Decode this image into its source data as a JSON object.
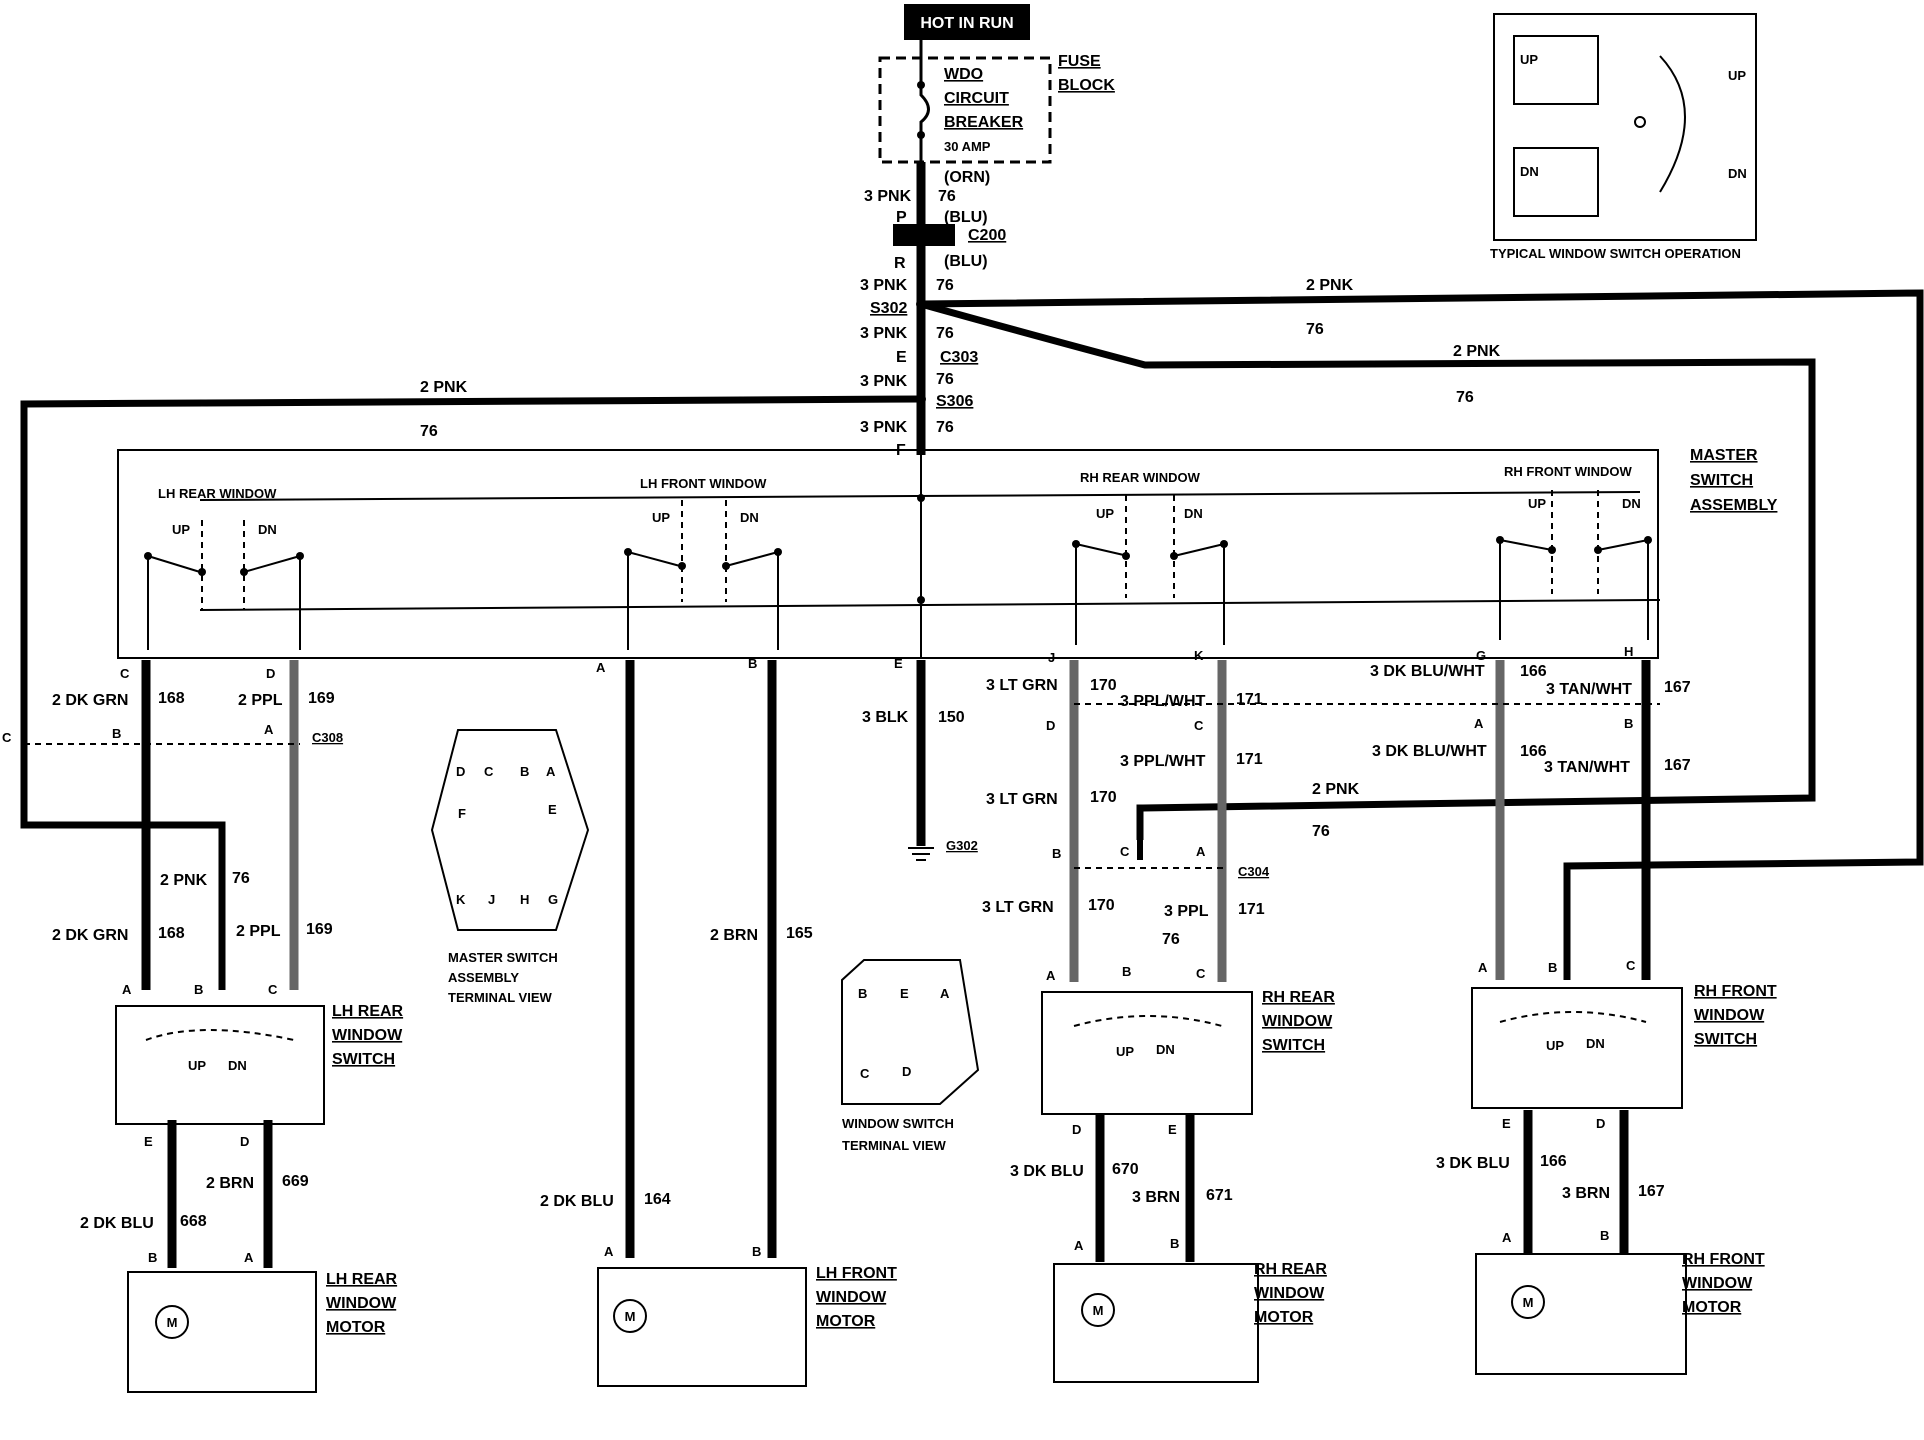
{
  "header": {
    "hot_in_run": "HOT IN RUN"
  },
  "fuse_block": {
    "wdo": "WDO",
    "circuit": "CIRCUIT",
    "breaker": "BREAKER",
    "amp": "30 AMP",
    "fuse": "FUSE",
    "block": "BLOCK"
  },
  "trunk": {
    "orn": "(ORN)",
    "pnk3": "3 PNK",
    "c76": "76",
    "p": "P",
    "blu": "(BLU)",
    "c200": "C200",
    "r": "R",
    "s302": "S302",
    "e": "E",
    "c303": "C303",
    "s306": "S306",
    "f": "F"
  },
  "bus_labels": {
    "pnk2": "2 PNK",
    "c76": "76"
  },
  "master": {
    "title1": "MASTER",
    "title2": "SWITCH",
    "title3": "ASSEMBLY",
    "lh_rear": "LH REAR WINDOW",
    "lh_front": "LH FRONT WINDOW",
    "rh_rear": "RH REAR WINDOW",
    "rh_front": "RH FRONT WINDOW",
    "up": "UP",
    "dn": "DN"
  },
  "terminals": {
    "c": "C",
    "d": "D",
    "a": "A",
    "b": "B",
    "e": "E",
    "j": "J",
    "k": "K",
    "g": "G",
    "h": "H",
    "f": "F"
  },
  "wires": {
    "dkgrn2": "2 DK GRN",
    "n168": "168",
    "ppl2": "2 PPL",
    "n169": "169",
    "c308": "C308",
    "blk3": "3 BLK",
    "n150": "150",
    "g302": "G302",
    "ltgrn3": "3 LT GRN",
    "n170": "170",
    "pplwht3": "3 PPL/WHT",
    "n171": "171",
    "dkbluwht3": "3 DK BLU/WHT",
    "n166": "166",
    "tanwht3": "3 TAN/WHT",
    "n167": "167",
    "c304": "C304",
    "ppl3": "3 PPL",
    "brn2": "2 BRN",
    "n165": "165",
    "dkblu2": "2 DK BLU",
    "n164": "164",
    "n669": "669",
    "n668": "668",
    "dkblu3": "3 DK BLU",
    "n670": "670",
    "brn3": "3 BRN",
    "n671": "671"
  },
  "switches": {
    "lh_rear": [
      "LH REAR",
      "WINDOW",
      "SWITCH"
    ],
    "rh_rear": [
      "RH REAR",
      "WINDOW",
      "SWITCH"
    ],
    "rh_front": [
      "RH FRONT",
      "WINDOW",
      "SWITCH"
    ],
    "up": "UP",
    "dn": "DN"
  },
  "motors": {
    "lh_rear": [
      "LH REAR",
      "WINDOW",
      "MOTOR"
    ],
    "lh_front": [
      "LH FRONT",
      "WINDOW",
      "MOTOR"
    ],
    "rh_rear": [
      "RH REAR",
      "WINDOW",
      "MOTOR"
    ],
    "rh_front": [
      "RH FRONT",
      "WINDOW",
      "MOTOR"
    ],
    "m": "M"
  },
  "views": {
    "master_view": [
      "MASTER SWITCH",
      "ASSEMBLY",
      "TERMINAL VIEW"
    ],
    "switch_view": [
      "WINDOW SWITCH",
      "TERMINAL VIEW"
    ],
    "typical": "TYPICAL WINDOW SWITCH OPERATION"
  }
}
